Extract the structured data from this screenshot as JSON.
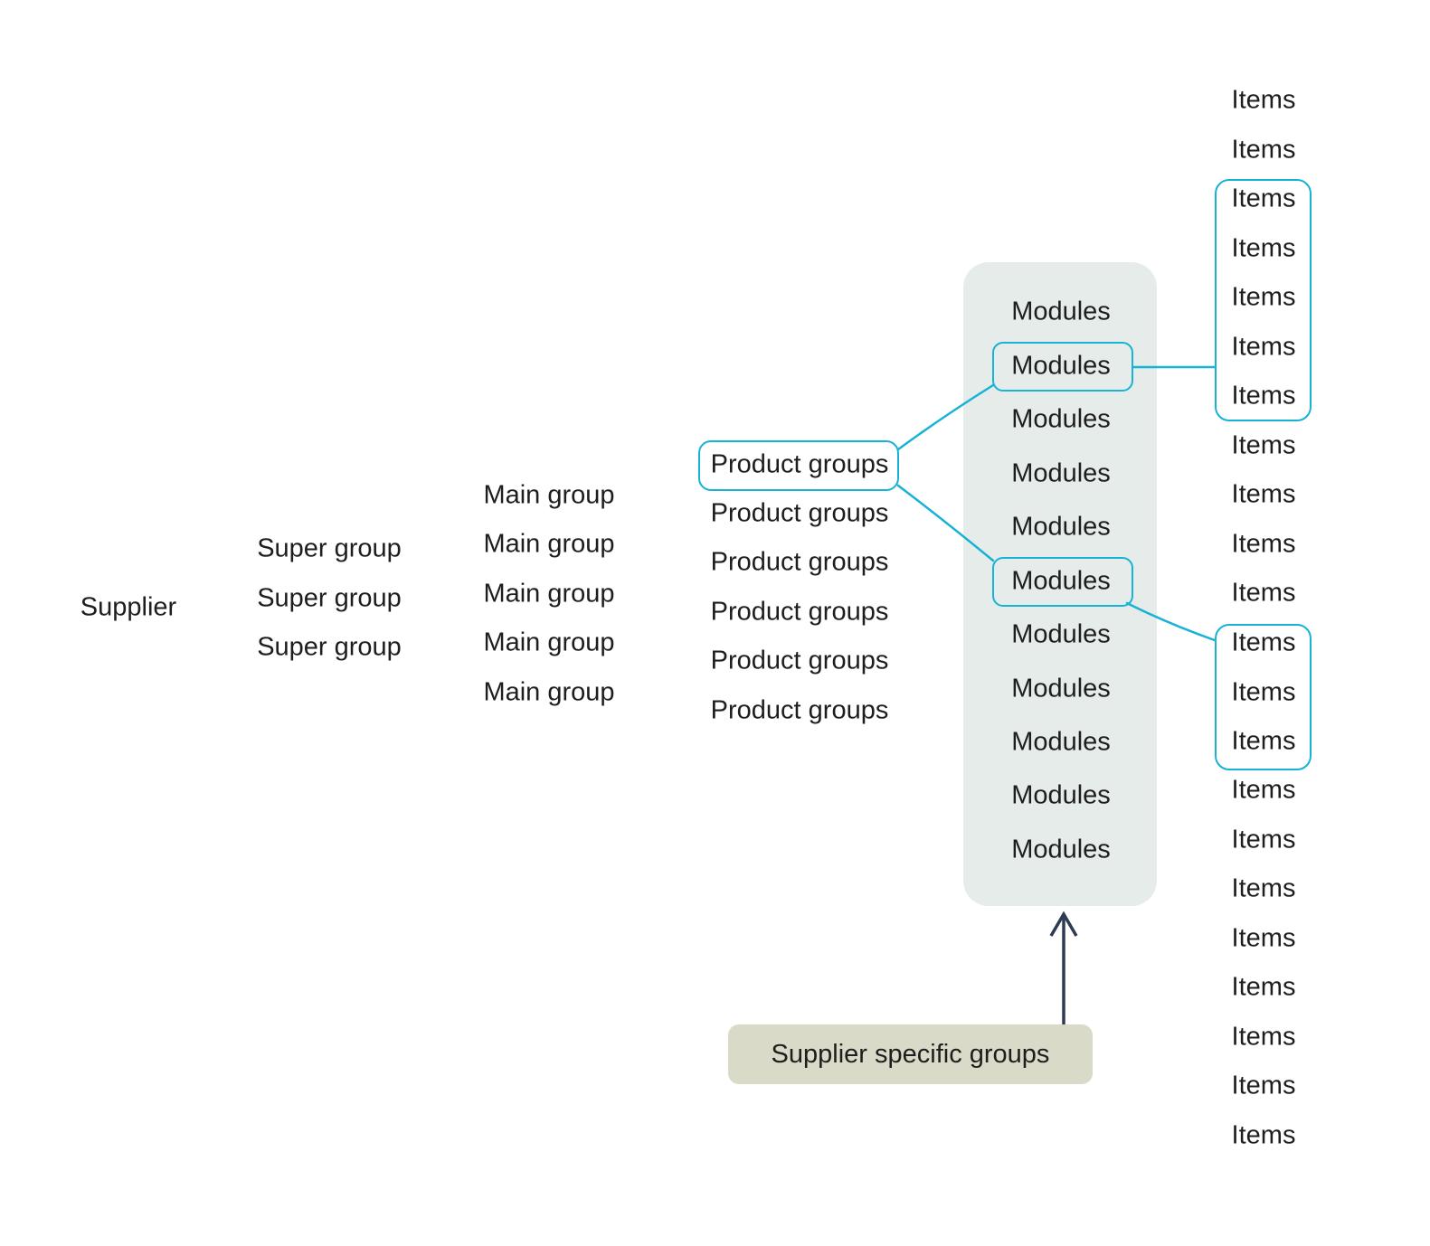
{
  "colors": {
    "accent": "#17b2d6",
    "text": "#1e1e1e",
    "modules-bg": "#e5ece9",
    "supplier-box-bg": "#dadac8",
    "arrow": "#2d3c50",
    "canvas-bg": "#ffffff"
  },
  "hierarchy": {
    "levels_order": [
      "supplier",
      "super_group",
      "main_group",
      "product_groups",
      "modules",
      "items"
    ],
    "supplier": {
      "labels": [
        "Supplier"
      ]
    },
    "super_group": {
      "labels": [
        "Super group",
        "Super group",
        "Super group"
      ]
    },
    "main_group": {
      "labels": [
        "Main group",
        "Main group",
        "Main group",
        "Main group",
        "Main group"
      ]
    },
    "product_groups": {
      "labels": [
        "Product groups",
        "Product groups",
        "Product groups",
        "Product groups",
        "Product groups",
        "Product groups"
      ],
      "highlighted_index": 0
    },
    "modules": {
      "labels": [
        "Modules",
        "Modules",
        "Modules",
        "Modules",
        "Modules",
        "Modules",
        "Modules",
        "Modules",
        "Modules",
        "Modules",
        "Modules"
      ],
      "highlighted_indexes": [
        1,
        5
      ]
    },
    "items": {
      "labels": [
        "Items",
        "Items",
        "Items",
        "Items",
        "Items",
        "Items",
        "Items",
        "Items",
        "Items",
        "Items",
        "Items",
        "Items",
        "Items",
        "Items",
        "Items",
        "Items",
        "Items",
        "Items",
        "Items",
        "Items",
        "Items",
        "Items"
      ],
      "highlighted_group_1_indexes": [
        2,
        3,
        4,
        5,
        6
      ],
      "highlighted_group_2_indexes": [
        11,
        12,
        13
      ]
    },
    "callout": {
      "label": "Supplier specific groups"
    }
  }
}
